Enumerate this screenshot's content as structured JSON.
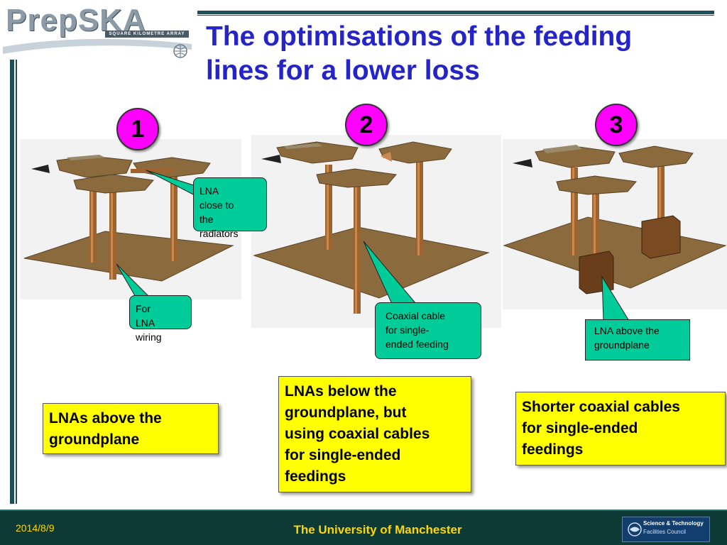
{
  "header": {
    "logo_text": "PrepSKA",
    "logo_subtitle": "SQUARE KILOMETRE ARRAY",
    "title_line1": "The optimisations of the feeding",
    "title_line2": "lines for a lower loss"
  },
  "panels": [
    {
      "number": "1",
      "callouts": [
        {
          "lines": [
            "LNA",
            "close to",
            "the",
            "radiators"
          ]
        },
        {
          "lines": [
            "For",
            "LNA",
            "wiring"
          ]
        }
      ],
      "summary_lines": [
        "LNAs above the",
        "groundplane"
      ]
    },
    {
      "number": "2",
      "callouts": [
        {
          "lines": [
            "Coaxial cable",
            "for single-",
            "ended feeding"
          ]
        }
      ],
      "summary_lines": [
        "LNAs below the",
        "groundplane, but",
        "using coaxial cables",
        "for single-ended",
        "feedings"
      ]
    },
    {
      "number": "3",
      "callouts": [
        {
          "lines": [
            "LNA above the",
            "groundplane"
          ]
        }
      ],
      "summary_lines": [
        "Shorter coaxial cables",
        "for single-ended",
        "feedings"
      ]
    }
  ],
  "footer": {
    "date": "2014/8/9",
    "institution": "The University of Manchester",
    "partner_logo_line1": "Science & Technology",
    "partner_logo_line2": "Facilities Council"
  },
  "colors": {
    "title": "#2424c8",
    "number_badge": "#ff00ff",
    "callout": "#00cc99",
    "summary_box": "#ffff00",
    "footer_bg": "#0e3a36",
    "footer_text": "#ffd700",
    "antenna": "#8b6b3e"
  }
}
